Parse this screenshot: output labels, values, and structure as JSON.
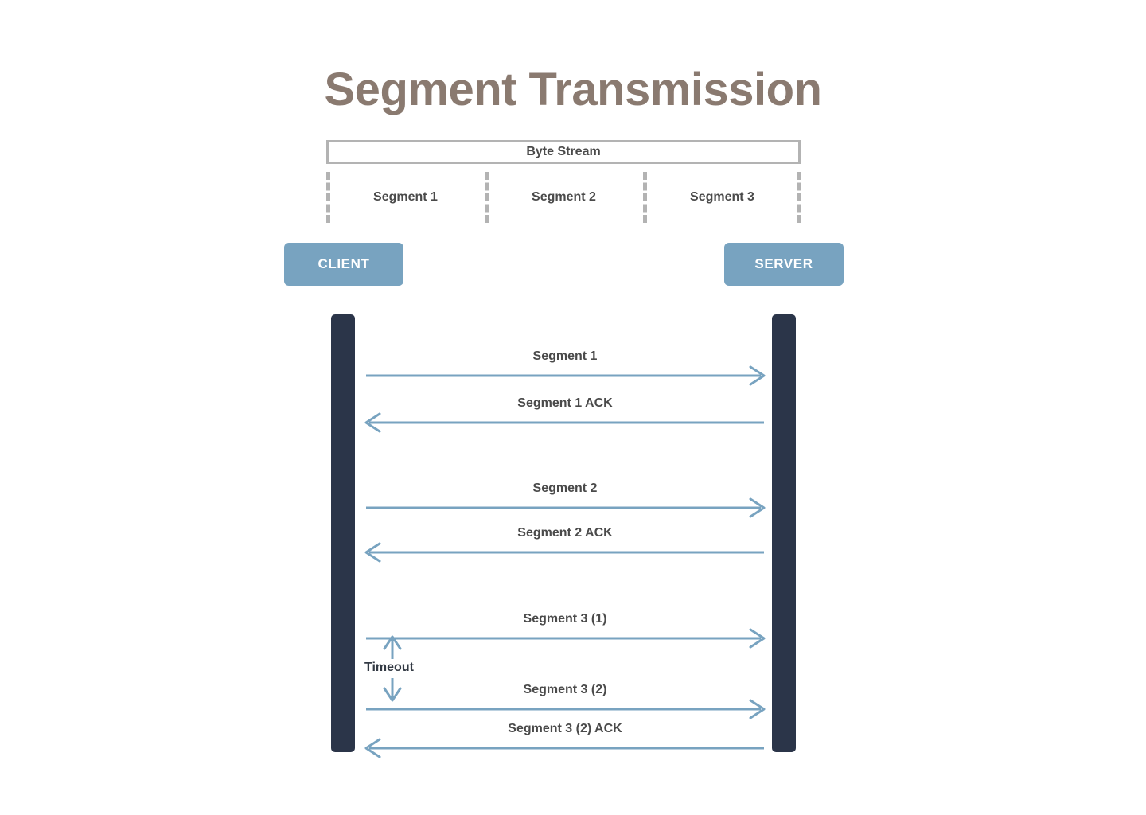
{
  "page": {
    "title": "Segment Transmission",
    "title_color": "#8a7a70",
    "background": "#ffffff"
  },
  "byte_stream": {
    "label": "Byte Stream",
    "border_color": "#b3b3b3",
    "segments": [
      {
        "label": "Segment 1"
      },
      {
        "label": "Segment 2"
      },
      {
        "label": "Segment 3"
      }
    ]
  },
  "endpoints": {
    "client_label": "CLIENT",
    "server_label": "SERVER",
    "box_color": "#78a3c0",
    "lifeline_color": "#2b3549"
  },
  "messages": [
    {
      "label": "Segment 1",
      "direction": "right"
    },
    {
      "label": "Segment 1 ACK",
      "direction": "left"
    },
    {
      "label": "Segment 2",
      "direction": "right"
    },
    {
      "label": "Segment 2 ACK",
      "direction": "left"
    },
    {
      "label": "Segment 3 (1)",
      "direction": "right"
    },
    {
      "label": "Segment 3 (2)",
      "direction": "right"
    },
    {
      "label": "Segment 3 (2) ACK",
      "direction": "left"
    }
  ],
  "timeout": {
    "label": "Timeout",
    "arrow_color": "#78a3c0"
  },
  "colors": {
    "arrow": "#78a3c0",
    "text": "#4a4a4a",
    "accent": "#2b3549"
  }
}
